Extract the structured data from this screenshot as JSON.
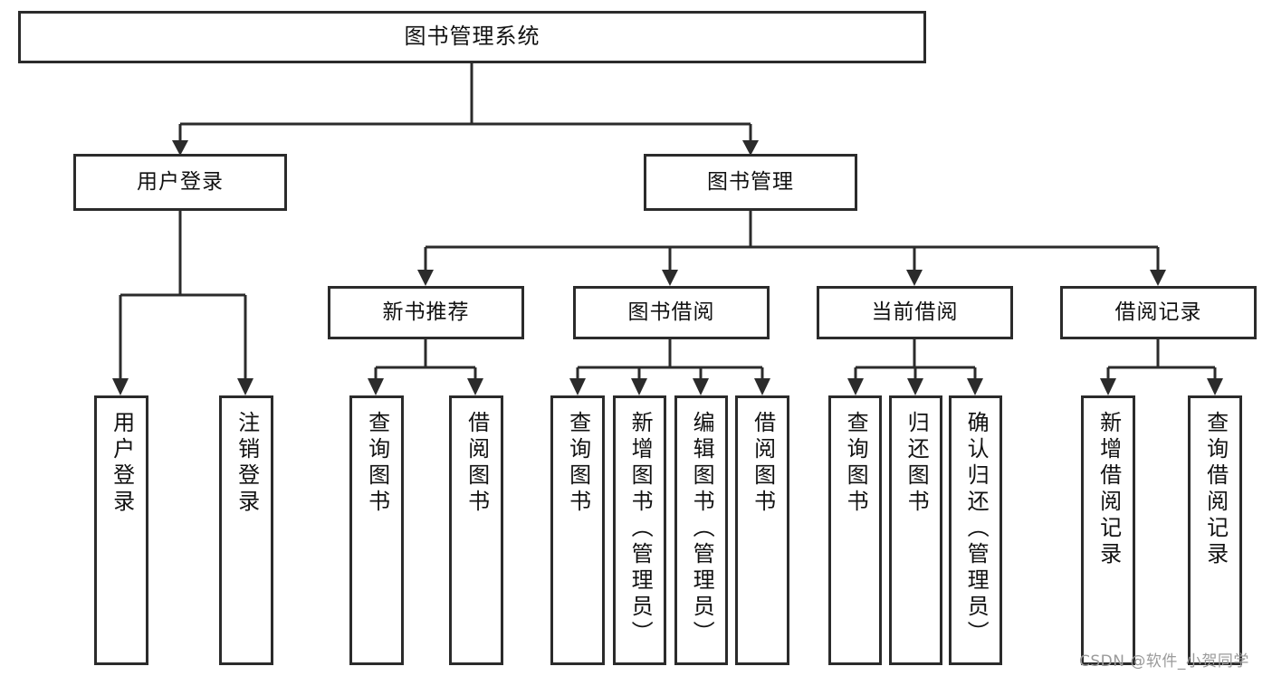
{
  "diagram": {
    "title": "图书管理系统",
    "type": "tree-hierarchy-chart",
    "orientation": "top-down",
    "colors": {
      "stroke": "#2b2b2b",
      "fill": "#ffffff",
      "text": "#111111",
      "watermark": "#9a9a9a"
    }
  },
  "root": {
    "label": "图书管理系统"
  },
  "level2": [
    {
      "label": "用户登录"
    },
    {
      "label": "图书管理"
    }
  ],
  "level3": [
    {
      "label": "新书推荐"
    },
    {
      "label": "图书借阅"
    },
    {
      "label": "当前借阅"
    },
    {
      "label": "借阅记录"
    }
  ],
  "leaves": {
    "user_login": [
      {
        "label": "用户登录"
      },
      {
        "label": "注销登录"
      }
    ],
    "new_book_recommend": [
      {
        "label": "查询图书"
      },
      {
        "label": "借阅图书"
      }
    ],
    "book_borrow": [
      {
        "label": "查询图书"
      },
      {
        "label": "新增图书（管理员）"
      },
      {
        "label": "编辑图书（管理员）"
      },
      {
        "label": "借阅图书"
      }
    ],
    "current_borrow": [
      {
        "label": "查询图书"
      },
      {
        "label": "归还图书"
      },
      {
        "label": "确认归还（管理员）"
      }
    ],
    "borrow_record": [
      {
        "label": "新增借阅记录"
      },
      {
        "label": "查询借阅记录"
      }
    ]
  },
  "watermark": {
    "text": "CSDN @软件_小贺同学"
  }
}
